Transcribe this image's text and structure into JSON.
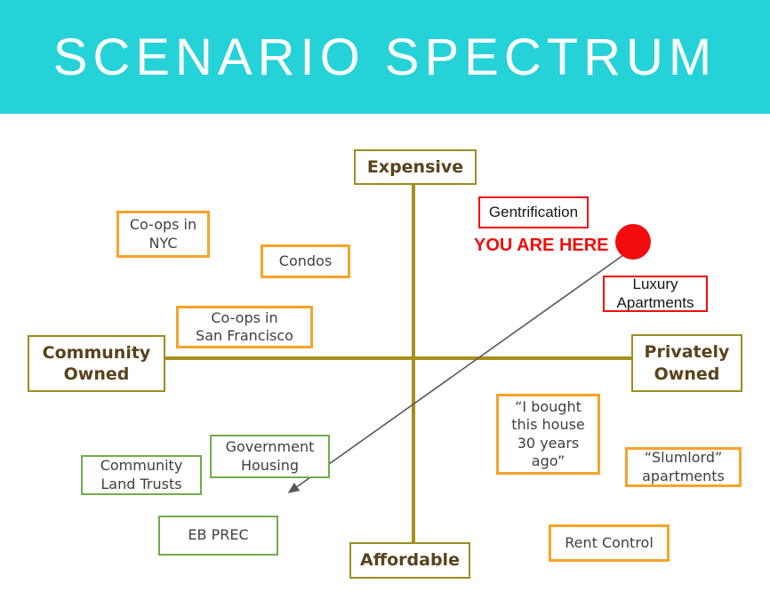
{
  "header": {
    "title": "SCENARIO SPECTRUM"
  },
  "axis_labels": {
    "top": "Expensive",
    "bottom": "Affordable",
    "left": "Community\nOwned",
    "right": "Privately\nOwned"
  },
  "quadrant_boxes": {
    "coops_nyc": "Co-ops in\nNYC",
    "condos": "Condos",
    "coops_sf": "Co-ops in\nSan Francisco",
    "i_bought": "“I bought\nthis house\n30 years\nago”",
    "slumlord": "“Slumlord”\napartments",
    "rent_control": "Rent Control",
    "government_housing": "Government\nHousing",
    "community_land_trusts": "Community\nLand Trusts",
    "eb_prec": "EB PREC"
  },
  "highlight": {
    "gentrification": "Gentrification",
    "you_are_here": "YOU ARE HERE",
    "luxury_apartments": "Luxury\nApartments"
  },
  "colors": {
    "banner_teal": "#25D2D8",
    "axis_olive": "#A6901C",
    "olive_text": "#5A421C",
    "orange_border": "#F7A329",
    "green_border": "#72AB4E",
    "red_accent": "#F10D0D",
    "arrow_gray": "#58585A",
    "box_text": "#3F3F3F"
  }
}
